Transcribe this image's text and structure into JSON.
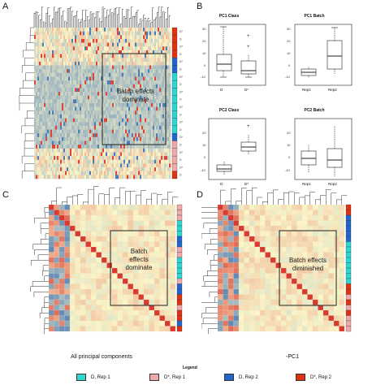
{
  "panels": {
    "a": {
      "letter": "A",
      "annotation_line1": "Batch effects",
      "annotation_line2": "dominate"
    },
    "b": {
      "letter": "B"
    },
    "c": {
      "letter": "C",
      "annotation_line1": "Batch",
      "annotation_line2": "effects",
      "annotation_line3": "dominate",
      "caption": "All principal components"
    },
    "d": {
      "letter": "D",
      "annotation_line1": "Batch effects",
      "annotation_line2": "diminished",
      "caption": "-PC1"
    }
  },
  "boxplots": [
    {
      "title": "PC1 Class",
      "x_labels": [
        "D",
        "D*"
      ]
    },
    {
      "title": "PC1 Batch",
      "x_labels": [
        "Rep1",
        "Rep2"
      ]
    },
    {
      "title": "PC2 Class",
      "x_labels": [
        "D",
        "D*"
      ]
    },
    {
      "title": "PC2 Batch",
      "x_labels": [
        "Rep1",
        "Rep2"
      ]
    }
  ],
  "legend": {
    "title": "Legend",
    "items": [
      {
        "label": "D, Rep 1",
        "color": "#2ed6cf"
      },
      {
        "label": "D*, Rep 1",
        "color": "#f0a9a9"
      },
      {
        "label": "D, Rep 2",
        "color": "#2266cc"
      },
      {
        "label": "D*, Rep 2",
        "color": "#dd3311"
      }
    ]
  },
  "colors": {
    "low": "#3a6fb5",
    "mid": "#fbf6c9",
    "high": "#d73027",
    "heat_bg": "#cfe3ef"
  }
}
